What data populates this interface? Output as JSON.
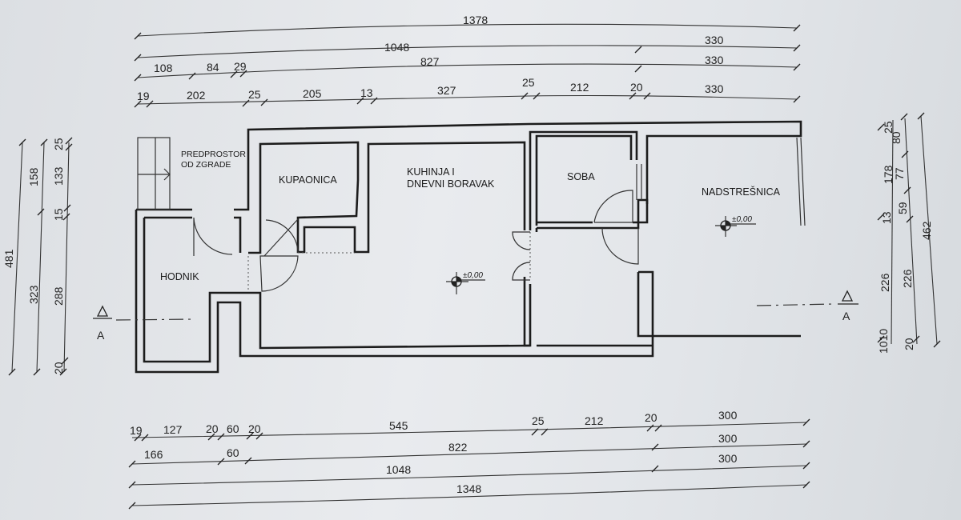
{
  "plan": {
    "rooms": {
      "predprostor_line1": "PREDPROSTOR",
      "predprostor_line2": "OD ZGRADE",
      "kupaonica": "KUPAONICA",
      "kuhinja_line1": "KUHINJA I",
      "kuhinja_line2": "DNEVNI BORAVAK",
      "soba": "SOBA",
      "nadstresnica": "NADSTREŠNICA",
      "hodnik": "HODNIK"
    },
    "levels": [
      "±0,00",
      "±0,00"
    ],
    "section_marks": [
      "A",
      "A"
    ]
  },
  "dimensions": {
    "top": [
      [
        "1378"
      ],
      [
        "1048",
        "330"
      ],
      [
        "108",
        "84",
        "29",
        "827",
        "330"
      ],
      [
        "19",
        "202",
        "25",
        "205",
        "13",
        "327",
        "25",
        "212",
        "20",
        "330"
      ]
    ],
    "bottom": [
      [
        "19",
        "127",
        "20",
        "60",
        "20",
        "545",
        "25",
        "212",
        "20",
        "300"
      ],
      [
        "166",
        "60",
        "822",
        "300"
      ],
      [
        "1048",
        "300"
      ],
      [
        "1348"
      ]
    ],
    "left": [
      [
        "481"
      ],
      [
        "158",
        "323"
      ],
      [
        "25",
        "133",
        "15",
        "288",
        "20"
      ]
    ],
    "right": [
      [
        "25",
        "178",
        "13",
        "226",
        "1010"
      ],
      [
        "80",
        "77",
        "59",
        "226",
        "20"
      ],
      [
        "462"
      ]
    ]
  }
}
